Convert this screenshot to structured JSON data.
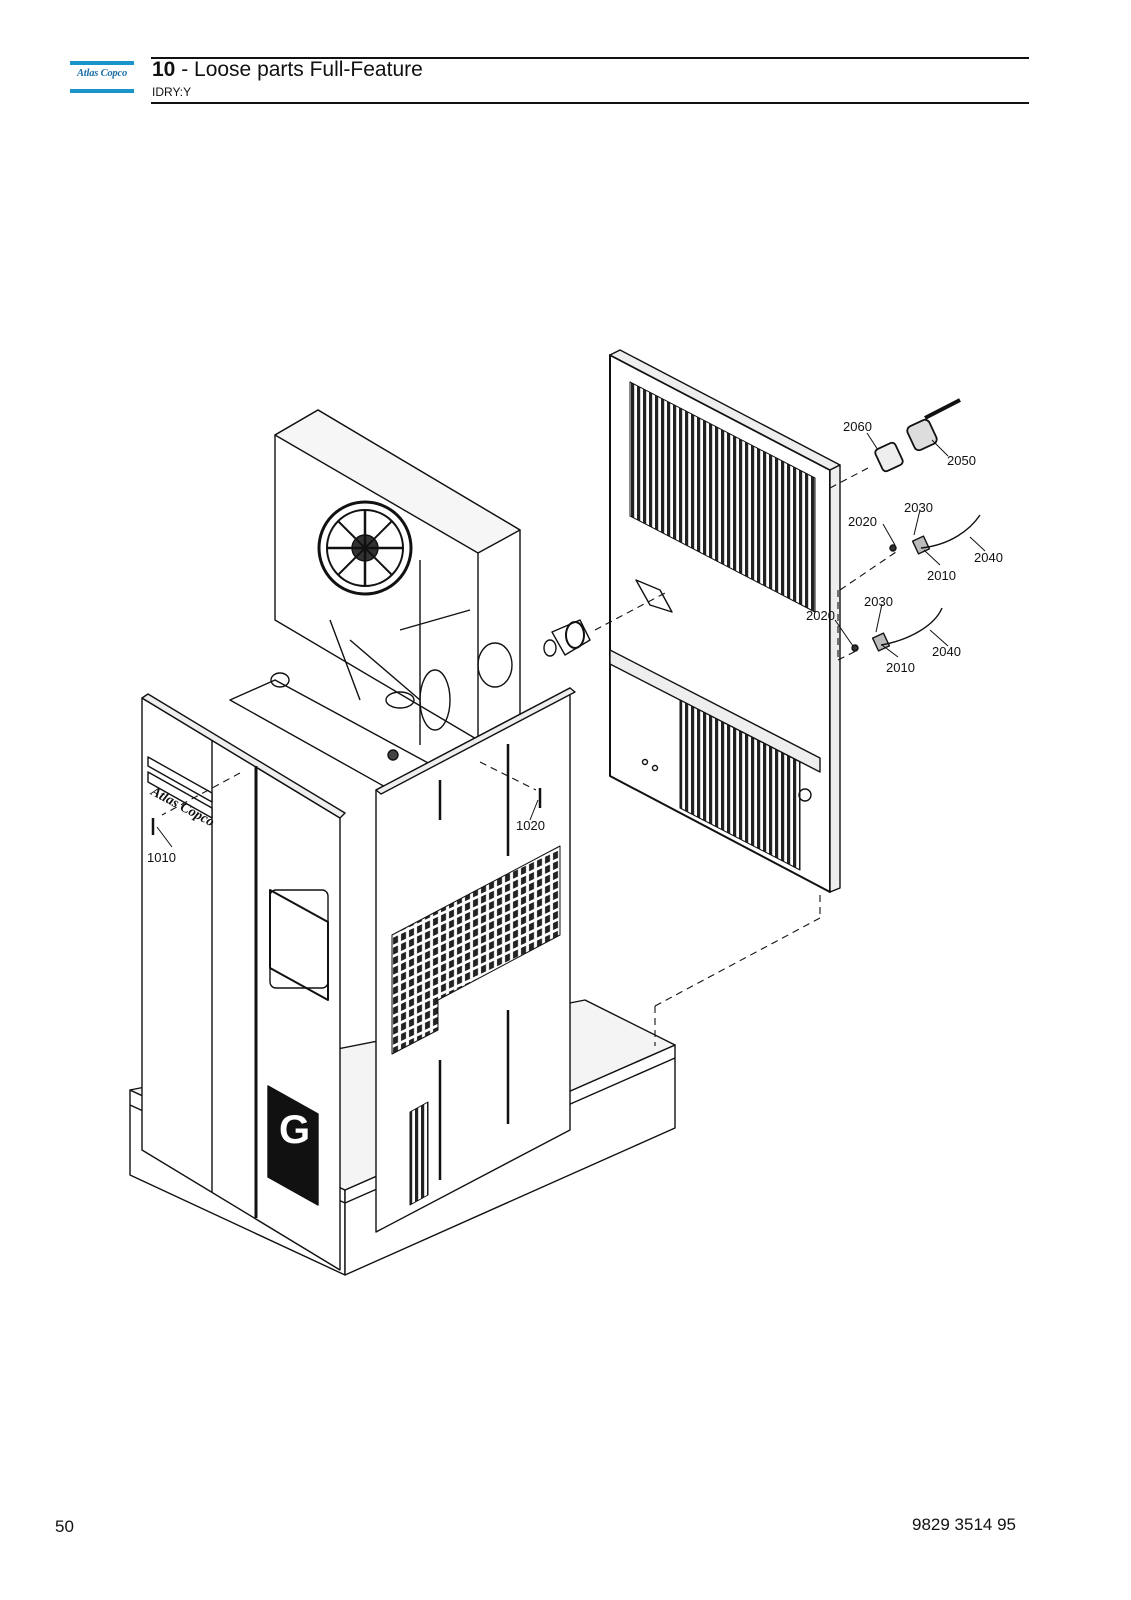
{
  "header": {
    "logo_text": "Atlas Copco",
    "section_number": "10",
    "section_title": " - Loose parts Full-Feature",
    "subtitle": "IDRY:Y"
  },
  "drawing": {
    "machine_logo_text": "Atlas Copco",
    "machine_badge": "G",
    "callouts": [
      "1010",
      "1020",
      "2010",
      "2010",
      "2020",
      "2020",
      "2030",
      "2030",
      "2040",
      "2040",
      "2050",
      "2060"
    ]
  },
  "footer": {
    "page_number": "50",
    "document_number": "9829 3514 95"
  }
}
